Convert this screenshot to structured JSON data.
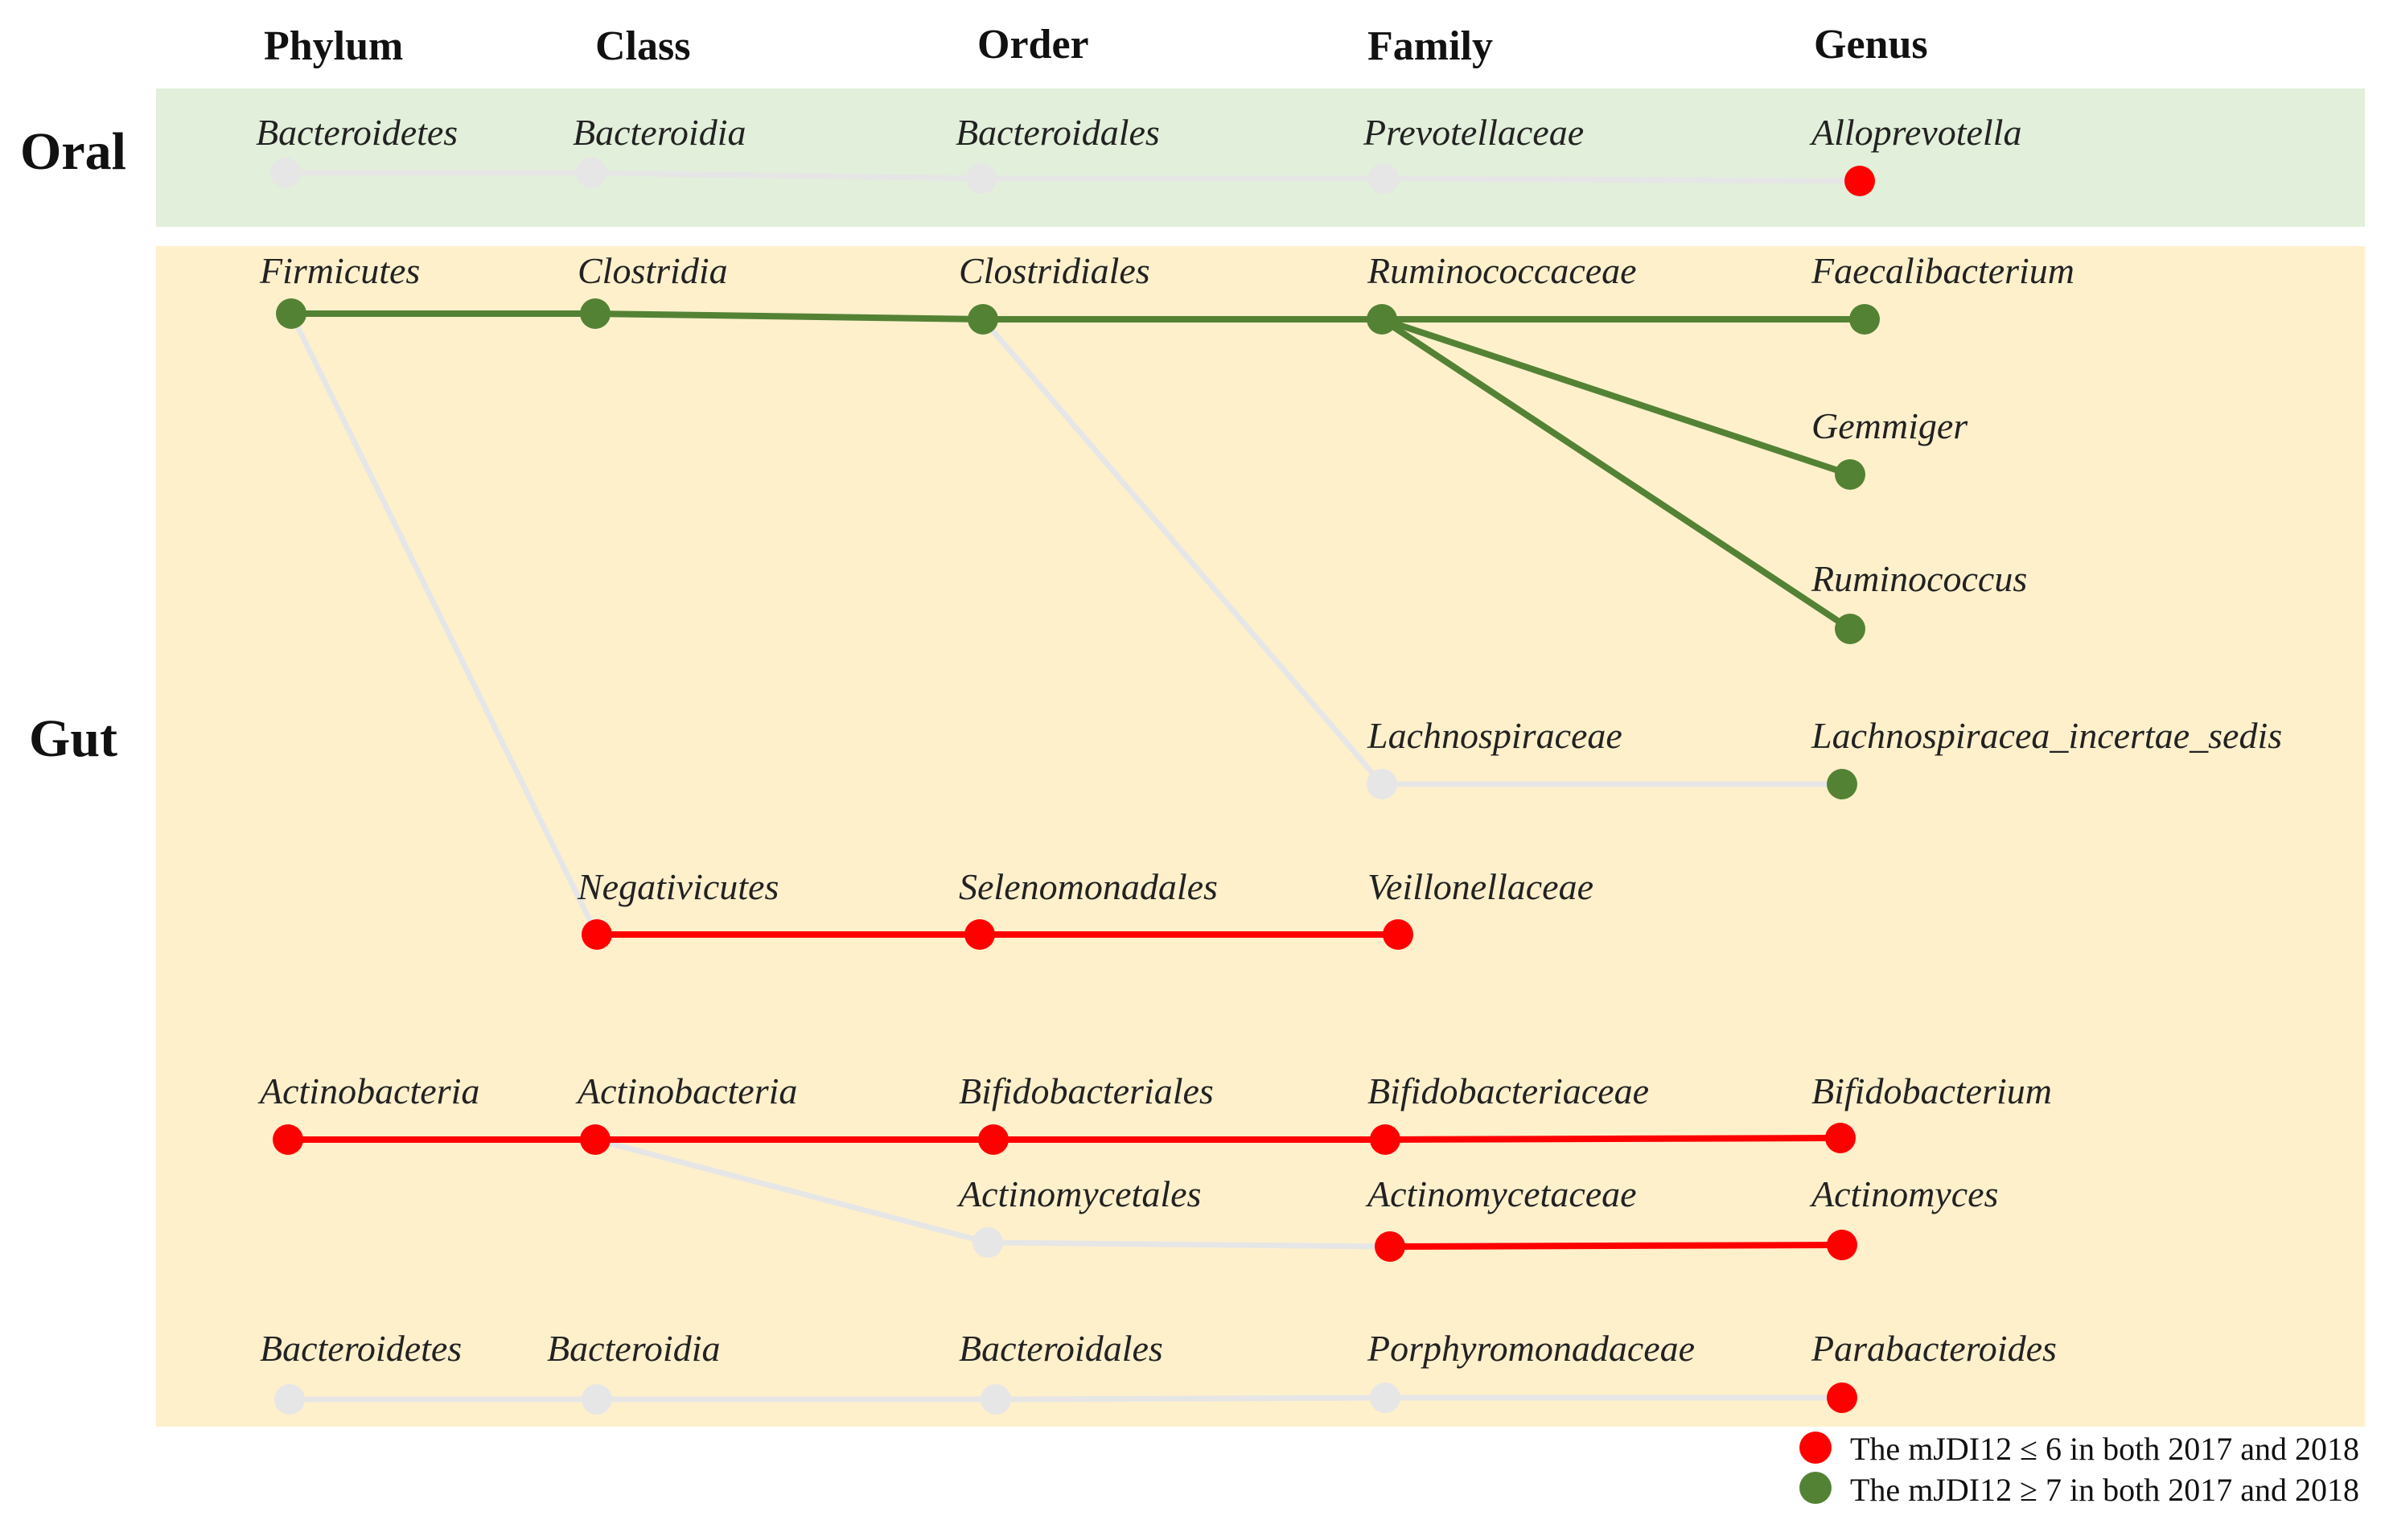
{
  "headers": [
    "Phylum",
    "Class",
    "Order",
    "Family",
    "Genus"
  ],
  "sections": [
    {
      "label": "Oral",
      "color": "#e2efda"
    },
    {
      "label": "Gut",
      "color": "#fff0cc"
    }
  ],
  "colors": {
    "red": "#ff0000",
    "green": "#548235",
    "gray": "#e6e6e6"
  },
  "nodes": [
    {
      "id": "o1",
      "label": "Bacteroidetes",
      "status": "gray"
    },
    {
      "id": "o2",
      "label": "Bacteroidia",
      "status": "gray"
    },
    {
      "id": "o3",
      "label": "Bacteroidales",
      "status": "gray"
    },
    {
      "id": "o4",
      "label": "Prevotellaceae",
      "status": "gray"
    },
    {
      "id": "o5",
      "label": "Alloprevotella",
      "status": "red"
    },
    {
      "id": "f1",
      "label": "Firmicutes",
      "status": "green"
    },
    {
      "id": "c1",
      "label": "Clostridia",
      "status": "green"
    },
    {
      "id": "r1",
      "label": "Clostridiales",
      "status": "green"
    },
    {
      "id": "fa1",
      "label": "Ruminococcaceae",
      "status": "green"
    },
    {
      "id": "g1",
      "label": "Faecalibacterium",
      "status": "green"
    },
    {
      "id": "g2",
      "label": "Gemmiger",
      "status": "green"
    },
    {
      "id": "g3",
      "label": "Ruminococcus",
      "status": "green"
    },
    {
      "id": "fa2",
      "label": "Lachnospiraceae",
      "status": "gray"
    },
    {
      "id": "g4",
      "label": "Lachnospiracea_incertae_sedis",
      "status": "green"
    },
    {
      "id": "c2",
      "label": "Negativicutes",
      "status": "red"
    },
    {
      "id": "r2",
      "label": "Selenomonadales",
      "status": "red"
    },
    {
      "id": "fa3",
      "label": "Veillonellaceae",
      "status": "red"
    },
    {
      "id": "p2",
      "label": "Actinobacteria",
      "status": "red"
    },
    {
      "id": "c3",
      "label": "Actinobacteria",
      "status": "red"
    },
    {
      "id": "r3",
      "label": "Bifidobacteriales",
      "status": "red"
    },
    {
      "id": "fa4",
      "label": "Bifidobacteriaceae",
      "status": "red"
    },
    {
      "id": "g5",
      "label": "Bifidobacterium",
      "status": "red"
    },
    {
      "id": "r4",
      "label": "Actinomycetales",
      "status": "gray"
    },
    {
      "id": "fa5",
      "label": "Actinomycetaceae",
      "status": "red"
    },
    {
      "id": "g6",
      "label": "Actinomyces",
      "status": "red"
    },
    {
      "id": "p3",
      "label": "Bacteroidetes",
      "status": "gray"
    },
    {
      "id": "c4",
      "label": "Bacteroidia",
      "status": "gray"
    },
    {
      "id": "r5",
      "label": "Bacteroidales",
      "status": "gray"
    },
    {
      "id": "fa6",
      "label": "Porphyromonadaceae",
      "status": "gray"
    },
    {
      "id": "g7",
      "label": "Parabacteroides",
      "status": "red"
    }
  ],
  "edges": [
    {
      "from": "o1",
      "to": "o2",
      "status": "gray"
    },
    {
      "from": "o2",
      "to": "o3",
      "status": "gray"
    },
    {
      "from": "o3",
      "to": "o4",
      "status": "gray"
    },
    {
      "from": "o4",
      "to": "o5",
      "status": "gray"
    },
    {
      "from": "f1",
      "to": "c2",
      "status": "gray"
    },
    {
      "from": "r1",
      "to": "fa2",
      "status": "gray"
    },
    {
      "from": "fa2",
      "to": "g4",
      "status": "gray"
    },
    {
      "from": "c3",
      "to": "r4",
      "status": "gray"
    },
    {
      "from": "r4",
      "to": "fa5",
      "status": "gray"
    },
    {
      "from": "p3",
      "to": "c4",
      "status": "gray"
    },
    {
      "from": "c4",
      "to": "r5",
      "status": "gray"
    },
    {
      "from": "r5",
      "to": "fa6",
      "status": "gray"
    },
    {
      "from": "fa6",
      "to": "g7",
      "status": "gray"
    },
    {
      "from": "f1",
      "to": "c1",
      "status": "green"
    },
    {
      "from": "c1",
      "to": "r1",
      "status": "green"
    },
    {
      "from": "r1",
      "to": "fa1",
      "status": "green"
    },
    {
      "from": "fa1",
      "to": "g1",
      "status": "green"
    },
    {
      "from": "fa1",
      "to": "g2",
      "status": "green"
    },
    {
      "from": "fa1",
      "to": "g3",
      "status": "green"
    },
    {
      "from": "c2",
      "to": "r2",
      "status": "red"
    },
    {
      "from": "r2",
      "to": "fa3",
      "status": "red"
    },
    {
      "from": "p2",
      "to": "c3",
      "status": "red"
    },
    {
      "from": "c3",
      "to": "r3",
      "status": "red"
    },
    {
      "from": "r3",
      "to": "fa4",
      "status": "red"
    },
    {
      "from": "fa4",
      "to": "g5",
      "status": "red"
    },
    {
      "from": "fa5",
      "to": "g6",
      "status": "red"
    }
  ],
  "legend": [
    {
      "status": "red",
      "label": "The mJDI12 ≤ 6 in both 2017 and 2018"
    },
    {
      "status": "green",
      "label": "The mJDI12 ≥ 7 in both 2017 and 2018"
    }
  ]
}
